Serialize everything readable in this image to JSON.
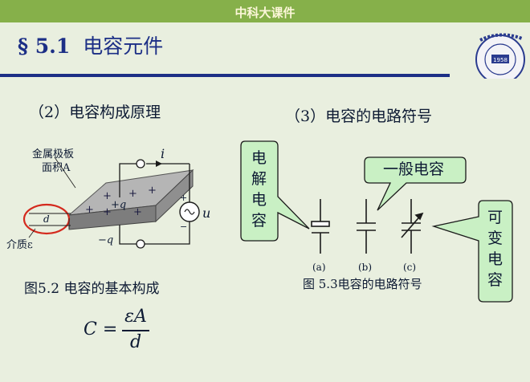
{
  "header": {
    "course_name": "中科大课件"
  },
  "slide": {
    "section_number": "§ 5.1",
    "section_title": "电容元件"
  },
  "logo": {
    "text": "1958"
  },
  "left_panel": {
    "heading": "（2）电容构成原理",
    "labels": {
      "plate_area_line1": "金属极板",
      "plate_area_line2": "面积A",
      "current": "i",
      "plus_charge": "+q",
      "minus_charge": "−q",
      "voltage": "u",
      "source_plus": "+",
      "source_minus": "−",
      "distance": "d",
      "dielectric": "介质ε"
    },
    "caption": "图5.2  电容的基本构成",
    "formula": {
      "lhs": "C =",
      "numerator": "εA",
      "denominator": "d"
    }
  },
  "right_panel": {
    "heading": "（3）电容的电路符号",
    "callouts": {
      "electrolytic": [
        "电",
        "解",
        "电",
        "容"
      ],
      "general": "一般电容",
      "variable": [
        "可",
        "变",
        "电",
        "容"
      ]
    },
    "symbol_labels": [
      "(a)",
      "(b)",
      "(c)"
    ],
    "caption": "图 5.3电容的电路符号"
  },
  "colors": {
    "background": "#e9efdf",
    "header_bar": "#86b04a",
    "title": "#1c2f86",
    "callout_fill": "#c9f0c4",
    "plate": "#a8a8a8",
    "highlight_circle": "#d42a1e"
  }
}
